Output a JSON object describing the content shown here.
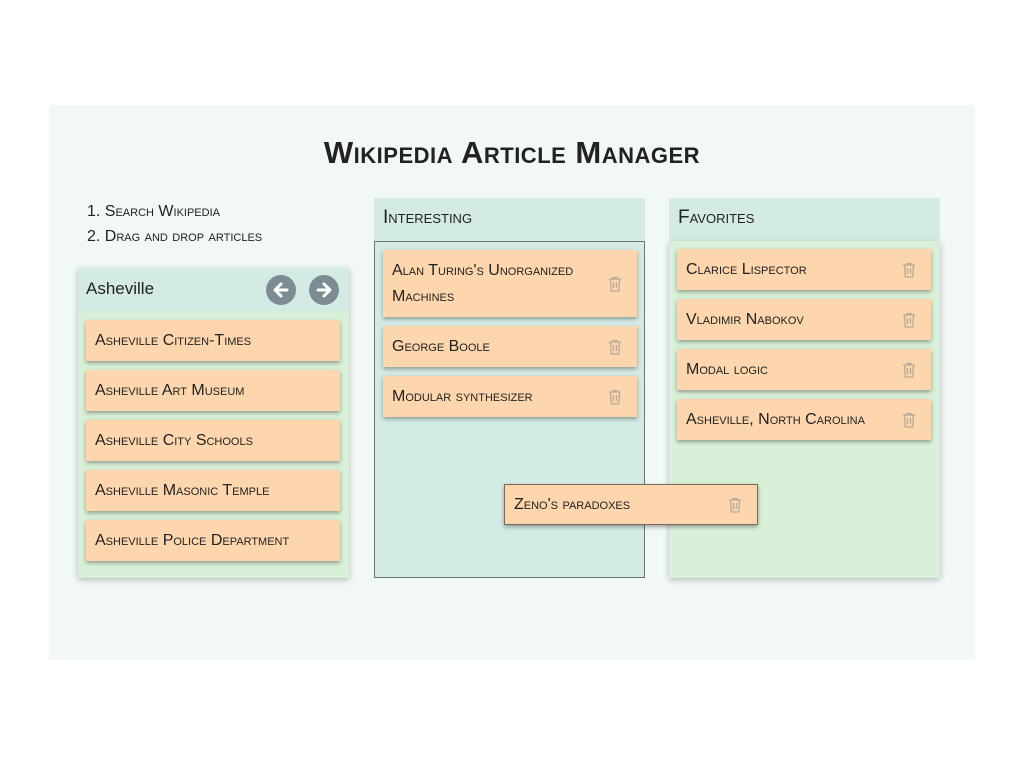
{
  "app": {
    "title": "Wikipedia Article Manager",
    "steps": [
      "1. Search Wikipedia",
      "2. Drag and drop articles"
    ]
  },
  "search": {
    "query": "Asheville",
    "prev_icon": "arrow-left-circle-icon",
    "next_icon": "arrow-right-circle-icon",
    "results": [
      "Asheville Citizen-Times",
      "Asheville Art Museum",
      "Asheville City Schools",
      "Asheville Masonic Temple",
      "Asheville Police Department"
    ]
  },
  "interesting": {
    "title": "Interesting",
    "items": [
      "Alan Turing's Unorganized Machines",
      "George Boole",
      "Modular synthesizer"
    ]
  },
  "favorites": {
    "title": "Favorites",
    "items": [
      "Clarice Lispector",
      "Vladimir Nabokov",
      "Modal logic",
      "Asheville, North Carolina"
    ]
  },
  "dragging": {
    "label": "Zeno's paradoxes"
  },
  "colors": {
    "card": "#fdd6ad",
    "panel_header": "#d4ebe5",
    "panel_green": "#d9f0d8",
    "nav_button": "#7d8c92"
  }
}
